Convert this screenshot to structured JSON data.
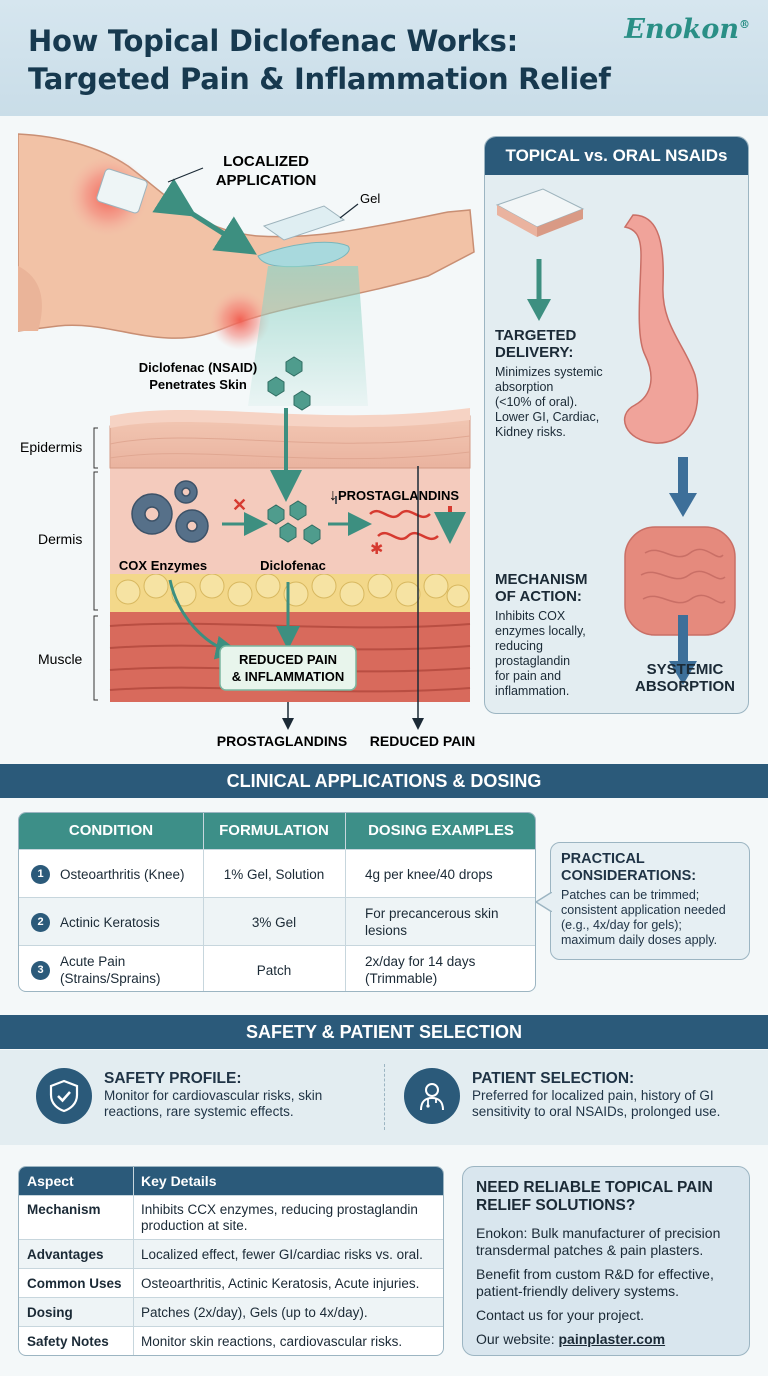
{
  "header": {
    "title_line1": "How Topical Diclofenac Works:",
    "title_line2": "Targeted Pain & Inflammation Relief",
    "brand": "Enokon",
    "brand_mark": "®"
  },
  "illustration": {
    "localized_application": [
      "LOCALIZED",
      "APPLICATION"
    ],
    "gel": "Gel",
    "penetrates": [
      "Diclofenac (NSAID)",
      "Penetrates Skin"
    ],
    "layers": {
      "epidermis": "Epidermis",
      "dermis": "Dermis",
      "muscle": "Muscle"
    },
    "cox_enzymes": "COX Enzymes",
    "diclofenac": "Diclofenac",
    "prostaglandins_down": "PROSTAGLANDINS",
    "down_arrow": "↓",
    "reduced_box": [
      "REDUCED PAIN",
      "& INFLAMMATION"
    ],
    "bottom_prostaglandins": "PROSTAGLANDINS",
    "bottom_reduced": "REDUCED PAIN & INFLAMMATION"
  },
  "topical_panel": {
    "title": "TOPICAL vs. ORAL NSAIDs",
    "targeted_heading": [
      "TARGETED",
      "DELIVERY:"
    ],
    "targeted_text": [
      "Minimizes systemic",
      "absorption",
      "(<10% of oral).",
      "Lower GI, Cardiac,",
      "Kidney risks."
    ],
    "mechanism_heading": [
      "MECHANISM",
      "OF ACTION:"
    ],
    "mechanism_text": [
      "Inhibits COX",
      "enzymes locally,",
      "reducing",
      "prostaglandin",
      "for pain and",
      "inflammation."
    ],
    "systemic": [
      "SYSTEMIC",
      "ABSORPTION"
    ]
  },
  "clinical": {
    "band_title": "CLINICAL APPLICATIONS & DOSING",
    "headers": [
      "CONDITION",
      "FORMULATION",
      "DOSING EXAMPLES"
    ],
    "rows": [
      {
        "num": "1",
        "condition": "Osteoarthritis (Knee)",
        "formulation": "1% Gel, Solution",
        "dosing": "4g per knee/40 drops"
      },
      {
        "num": "2",
        "condition": "Actinic Keratosis",
        "formulation": "3% Gel",
        "dosing": "For precancerous skin lesions"
      },
      {
        "num": "3",
        "condition": "Acute Pain (Strains/Sprains)",
        "formulation": "Patch",
        "dosing": "2x/day for 14 days (Trimmable)"
      }
    ],
    "practical_heading": "PRACTICAL CONSIDERATIONS:",
    "practical_text": "Patches can be trimmed; consistent application needed (e.g., 4x/day for gels); maximum daily doses apply."
  },
  "safety": {
    "band_title": "SAFETY & PATIENT SELECTION",
    "profile_heading": "SAFETY PROFILE:",
    "profile_text": "Monitor for cardiovascular risks, skin reactions, rare systemic effects.",
    "selection_heading": "PATIENT SELECTION:",
    "selection_text": "Preferred for localized pain, history of GI sensitivity to oral NSAIDs, prolonged use."
  },
  "aspects": {
    "headers": [
      "Aspect",
      "Key Details"
    ],
    "rows": [
      {
        "key": "Mechanism",
        "value": "Inhibits CCX enzymes, reducing prostaglandin production at site."
      },
      {
        "key": "Advantages",
        "value": "Localized effect, fewer GI/cardiac risks vs. oral."
      },
      {
        "key": "Common Uses",
        "value": "Osteoarthritis, Actinic Keratosis, Acute injuries."
      },
      {
        "key": "Dosing",
        "value": "Patches (2x/day), Gels (up to 4x/day)."
      },
      {
        "key": "Safety Notes",
        "value": "Monitor skin reactions, cardiovascular risks."
      }
    ]
  },
  "cta": {
    "heading": "NEED RELIABLE TOPICAL PAIN RELIEF SOLUTIONS?",
    "p1": "Enokon: Bulk manufacturer of precision transdermal patches & pain plasters.",
    "p2": "Benefit from custom R&D for effective, patient-friendly delivery systems.",
    "p3": "Contact us for your project.",
    "website_label": "Our website: ",
    "website": "painplaster.com"
  }
}
